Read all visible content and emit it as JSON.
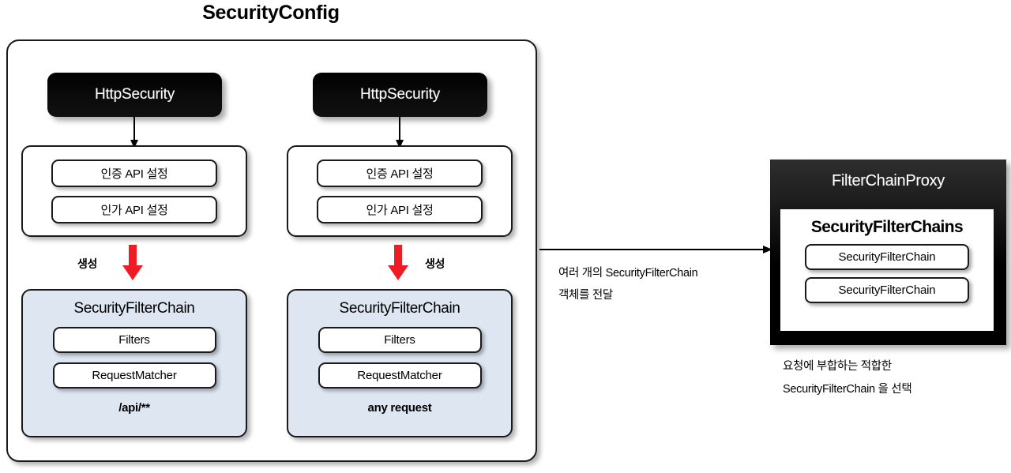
{
  "diagram": {
    "title": "SecurityConfig"
  },
  "columns": [
    {
      "http_security_label": "HttpSecurity",
      "api_items": [
        "인증 API 설정",
        "인가 API 설정"
      ],
      "create_label": "생성",
      "chain_title": "SecurityFilterChain",
      "chain_items": [
        "Filters",
        "RequestMatcher"
      ],
      "matcher_value": "/api/**"
    },
    {
      "http_security_label": "HttpSecurity",
      "api_items": [
        "인증 API 설정",
        "인가 API 설정"
      ],
      "create_label": "생성",
      "chain_title": "SecurityFilterChain",
      "chain_items": [
        "Filters",
        "RequestMatcher"
      ],
      "matcher_value": "any request"
    }
  ],
  "flow": {
    "caption_line1": "여러 개의 SecurityFilterChain",
    "caption_line2": "객체를 전달"
  },
  "proxy": {
    "title": "FilterChainProxy",
    "chains_title": "SecurityFilterChains",
    "chains": [
      "SecurityFilterChain",
      "SecurityFilterChain"
    ],
    "caption_line1": "요청에 부합하는 적합한",
    "caption_line2": "SecurityFilterChain 을 선택"
  },
  "colors": {
    "chain_fill": "#dde6f1",
    "box_stroke": "#1a1a1a",
    "arrow_red": "#ee1c25",
    "proxy_fill": "#000000"
  }
}
